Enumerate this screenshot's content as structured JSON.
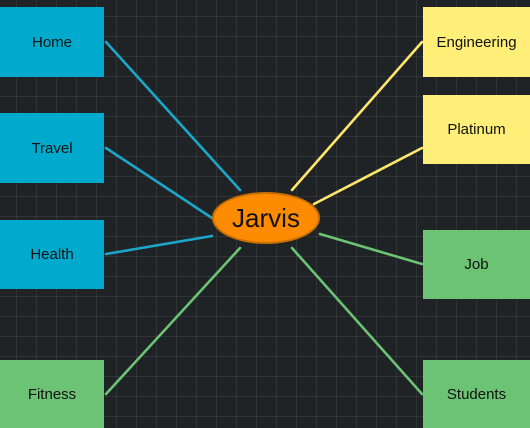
{
  "mindmap": {
    "center": {
      "label": "Jarvis",
      "color": "#ff8c00"
    },
    "nodes": [
      {
        "key": "home",
        "label": "Home",
        "color": "#00aacc",
        "line": "#1ba7c9"
      },
      {
        "key": "travel",
        "label": "Travel",
        "color": "#00aacc",
        "line": "#1ba7c9"
      },
      {
        "key": "health",
        "label": "Health",
        "color": "#00aacc",
        "line": "#1ba7c9"
      },
      {
        "key": "fitness",
        "label": "Fitness",
        "color": "#6cc374",
        "line": "#6cc374"
      },
      {
        "key": "engineering",
        "label": "Engineering",
        "color": "#ffee77",
        "line": "#ffe66b"
      },
      {
        "key": "platinum",
        "label": "Platinum",
        "color": "#ffee77",
        "line": "#ffe66b"
      },
      {
        "key": "job",
        "label": "Job",
        "color": "#6cc374",
        "line": "#6cc374"
      },
      {
        "key": "students",
        "label": "Students",
        "color": "#6cc374",
        "line": "#6cc374"
      }
    ]
  }
}
